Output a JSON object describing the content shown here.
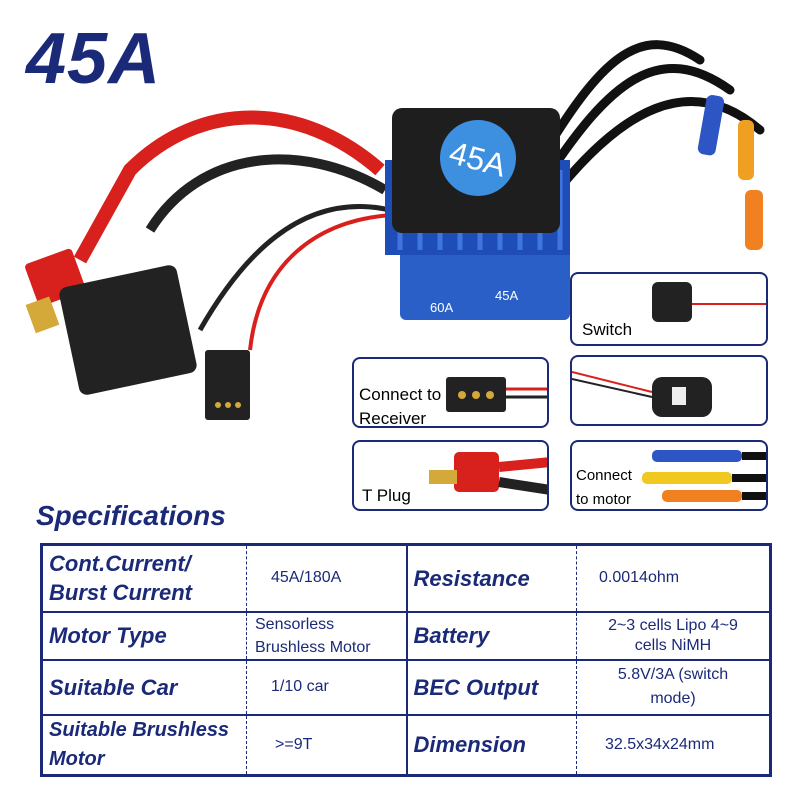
{
  "title": "45A",
  "product": {
    "fan_label": "45A",
    "case_labels": [
      "60A",
      "45A"
    ]
  },
  "callouts": [
    {
      "label": "Switch",
      "icon": "switch-plug"
    },
    {
      "label": "",
      "icon": "switch-button"
    },
    {
      "label": "Connect to motor",
      "icon": "bullet-connectors"
    },
    {
      "label": "Connect to Receiver",
      "icon": "servo-plug"
    },
    {
      "label": "T Plug",
      "icon": "t-plug"
    }
  ],
  "specs_title": "Specifications",
  "specs": [
    {
      "k1": "Cont.Current/ Burst Current",
      "v1": "45A/180A",
      "k2": "Resistance",
      "v2": "0.0014ohm"
    },
    {
      "k1": "Motor Type",
      "v1": "Sensorless Brushless Motor",
      "k2": "Battery",
      "v2": "2~3 cells Lipo 4~9 cells NiMH"
    },
    {
      "k1": "Suitable Car",
      "v1": "1/10 car",
      "k2": "BEC Output",
      "v2": "5.8V/3A (switch mode)"
    },
    {
      "k1": "Suitable Brushless Motor",
      "v1": ">=9T",
      "k2": "Dimension",
      "v2": "32.5x34x24mm"
    }
  ],
  "colors": {
    "navy": "#1b2a78",
    "esc_blue": "#2a5fc8",
    "wire_red": "#d8211c",
    "fan_badge": "#3d8fe0"
  }
}
